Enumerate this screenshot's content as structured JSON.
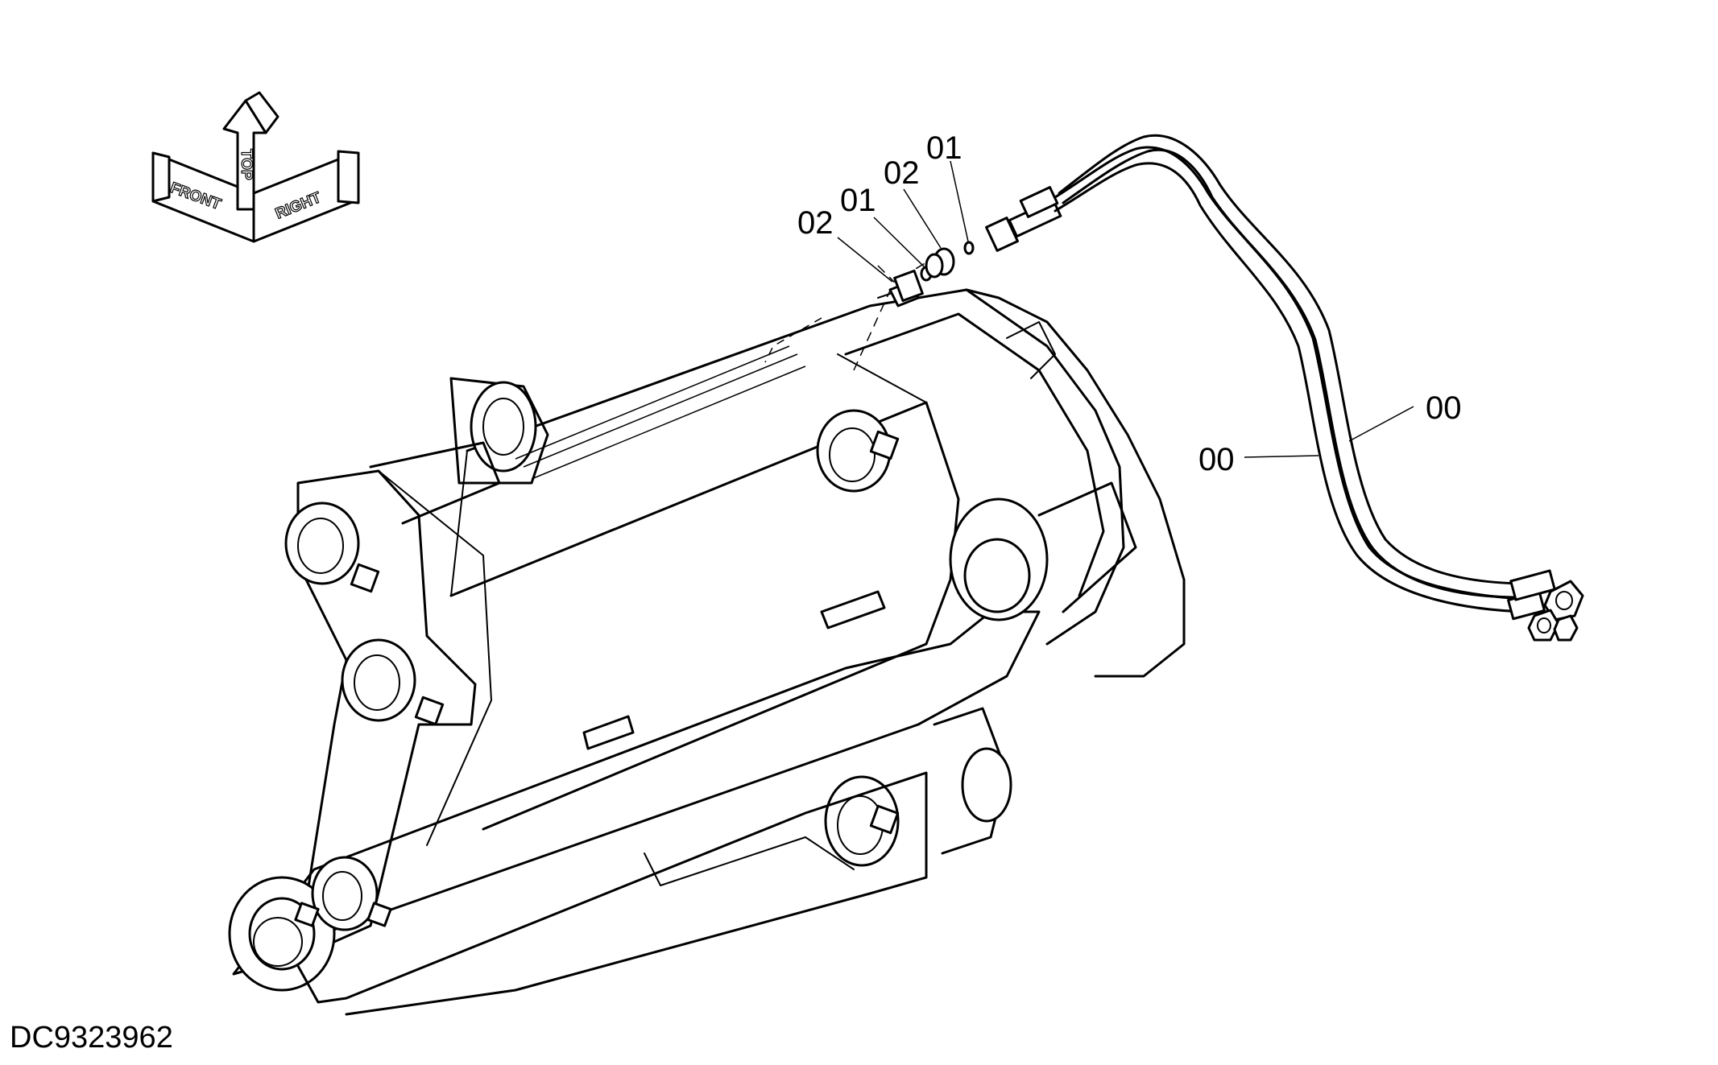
{
  "diagram_id": "DC9323962",
  "orientation_labels": {
    "front": "FRONT",
    "top": "TOP",
    "right": "RIGHT"
  },
  "callouts": [
    {
      "label": "01",
      "part": "o-ring (upper)"
    },
    {
      "label": "02",
      "part": "adapter (upper)"
    },
    {
      "label": "01",
      "part": "o-ring (lower)"
    },
    {
      "label": "02",
      "part": "adapter (lower)"
    },
    {
      "label": "00",
      "part": "hose (upper)"
    },
    {
      "label": "00",
      "part": "hose (lower)"
    }
  ]
}
